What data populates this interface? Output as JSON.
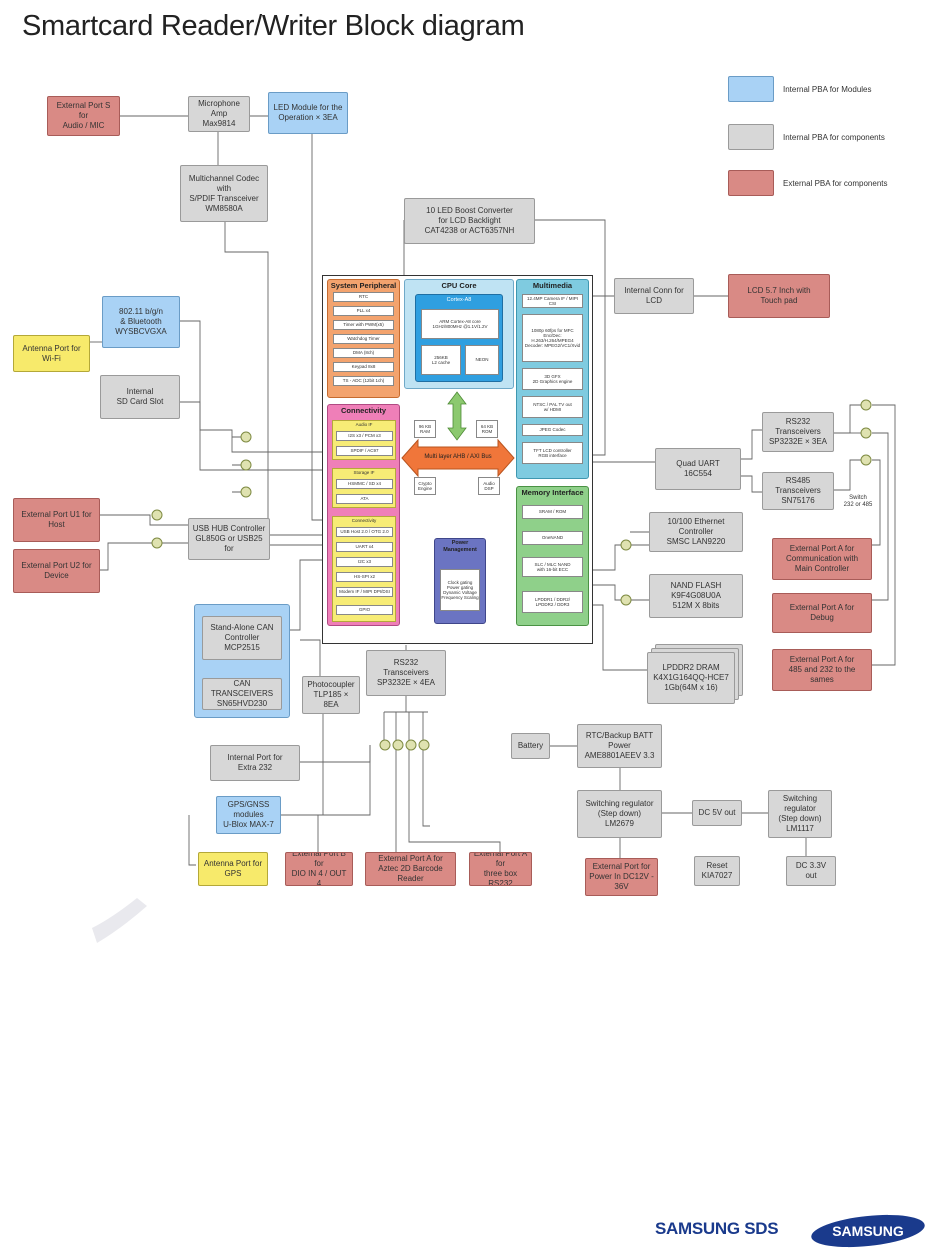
{
  "title": "Smartcard Reader/Writer Block diagram",
  "legend": [
    {
      "color": "#a9d2f5",
      "label": "Internal PBA for Modules"
    },
    {
      "color": "#d7d7d7",
      "label": "Internal PBA for components"
    },
    {
      "color": "#d98a85",
      "label": "External PBA for components"
    }
  ],
  "blocks": {
    "ext_port_s": "External Port S for\nAudio / MIC",
    "mic_amp": "Microphone Amp\nMax9814",
    "led_module": "LED Module for the\nOperation × 3EA",
    "codec": "Multichannel Codec with\nS/PDIF Transceiver\nWM8580A",
    "led_boost": "10 LED Boost Converter\nfor LCD Backlight\nCAT4238 or ACT6357NH",
    "wifi": "802.11 b/g/n\n& Bluetooth\nWYSBCVGXA",
    "antenna_wifi": "Antenna Port for\nWi-Fi",
    "sd_slot": "Internal\nSD Card Slot",
    "ext_u1": "External Port U1 for\nHost",
    "ext_u2": "External Port U2 for\nDevice",
    "usb_hub": "USB HUB Controller\nGL850G or USB25 for",
    "can_ctrl": "Stand-Alone CAN\nController\nMCP2515",
    "can_trx": "CAN TRANSCEIVERS\nSN65HVD230",
    "photocoupler": "Photocoupler\nTLP185 × 8EA",
    "rs232_4": "RS232 Transceivers\nSP3232E × 4EA",
    "int_port_232": "Internal Port for\nExtra 232",
    "gps": "GPS/GNSS modules\nU-Blox MAX-7",
    "antenna_gps": "Antenna Port for\nGPS",
    "ext_b": "External Port B for\nDIO IN 4 / OUT 4",
    "ext_a_barcode": "External Port A for\nAztec 2D Barcode Reader",
    "ext_a_rs232": "External Port A for\nthree box RS232",
    "battery": "Battery",
    "rtc_power": "RTC/Backup BATT Power\nAME8801AEEV 3.3",
    "sw_reg_1": "Switching regulator\n(Step down)\nLM2679",
    "dc5v": "DC 5V out",
    "sw_reg_2": "Switching regulator\n(Step down)\nLM1117",
    "ext_power": "External Port for\nPower In DC12V - 36V",
    "reset": "Reset\nKIA7027",
    "dc33v": "DC 3.3V out",
    "int_conn_lcd": "Internal Conn for LCD",
    "lcd": "LCD 5.7 Inch with\nTouch pad",
    "rs232_3": "RS232 Transceivers\nSP3232E × 3EA",
    "quad_uart": "Quad UART\n16C554",
    "rs485": "RS485 Transceivers\nSN75176",
    "switch_label": "Switch\n232 or 485",
    "ethernet": "10/100 Ethernet Controller\nSMSC LAN9220",
    "nand": "NAND FLASH\nK9F4G08U0A\n512M X 8bits",
    "lpddr2": "LPDDR2 DRAM\nK4X1G164QQ-HCE7\n1Gb(64M x 16)",
    "ext_a_main": "External Port A for\nCommunication with\nMain Controller",
    "ext_a_debug": "External Port A for\nDebug",
    "ext_a_485": "External Port A for\n485 and 232 to the sames"
  },
  "soc": {
    "system_peripheral": {
      "title": "System Peripheral",
      "items": [
        "RTC",
        "PLL x4",
        "Timer with PWM(x5)",
        "Watchdog Timer",
        "DMA (8ch)",
        "Keypad 8x8",
        "TS - ADC (12bit 1ch)"
      ]
    },
    "cpu_core": {
      "title": "CPU Core",
      "subtitle": "Cortex-A8",
      "core_desc": "ARM Cortex-A8 core\n1GHz/800MHz @1.1V/1.2V",
      "l2": "256KB\nL2 cache",
      "neon": "NEON"
    },
    "multimedia": {
      "title": "Multimedia",
      "items": [
        "12.4MP Camera IF / MIPI CSI",
        "1080p 60fps for MFC\nEnc/Dec: H.263/H.264/MPEG4\nDecoder: MPEG2/VC1/Xvid",
        "3D GFX\n2D Graphics engine",
        "NTSC / PAL TV out\nw/ HDMI",
        "JPEG Codec",
        "TFT LCD controller\nRGB interface"
      ]
    },
    "connectivity": {
      "title": "Connectivity",
      "audio_title": "Audio IF",
      "audio_items": [
        "I2S x3 / PCM x3",
        "SPDIF / AC97"
      ],
      "storage_title": "Storage IF",
      "storage_items": [
        "HSMMC / SD x4",
        "ATA"
      ],
      "conn_title": "Connectivity",
      "conn_items": [
        "USB Host 2.0 / OTG 2.0",
        "UART x4",
        "I2C x3",
        "HS-SPI x2",
        "Modem IF / MIPI DPI/DSI",
        "GPIO"
      ]
    },
    "bus": "Multi layer AHB / AXI Bus",
    "sram": "96 KB\nRAM",
    "rom": "64 KB\nROM",
    "crypto": "Crypto\nEngine",
    "audio_dsp": "Audio\nDSP",
    "power_mgmt": {
      "title": "Power\nManagement",
      "desc": "Clock gating\nPower gating\nDynamic Voltage\nFrequency Scaling"
    },
    "memory_interface": {
      "title": "Memory Interface",
      "items": [
        "SRAM / ROM",
        "OneNAND",
        "SLC / MLC NAND\nwith 16-bit ECC",
        "LPDDR1 / DDR2/\nLPDDR2 / DDR3"
      ]
    }
  },
  "brand": {
    "sds": "SAMSUNG SDS",
    "samsung": "SAMSUNG"
  }
}
